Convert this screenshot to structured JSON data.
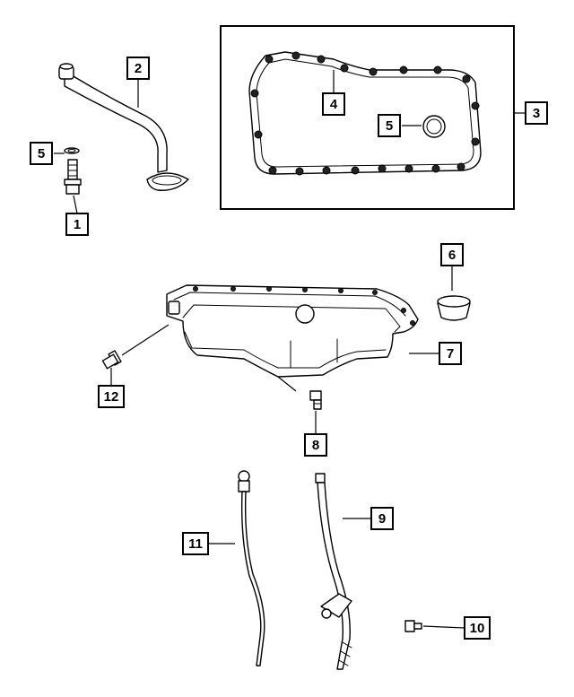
{
  "callouts": [
    {
      "id": "c1",
      "label": "1"
    },
    {
      "id": "c2",
      "label": "2"
    },
    {
      "id": "c3",
      "label": "3"
    },
    {
      "id": "c4",
      "label": "4"
    },
    {
      "id": "c5a",
      "label": "5"
    },
    {
      "id": "c5b",
      "label": "5"
    },
    {
      "id": "c6",
      "label": "6"
    },
    {
      "id": "c7",
      "label": "7"
    },
    {
      "id": "c8",
      "label": "8"
    },
    {
      "id": "c9",
      "label": "9"
    },
    {
      "id": "c10",
      "label": "10"
    },
    {
      "id": "c11",
      "label": "11"
    },
    {
      "id": "c12",
      "label": "12"
    }
  ]
}
